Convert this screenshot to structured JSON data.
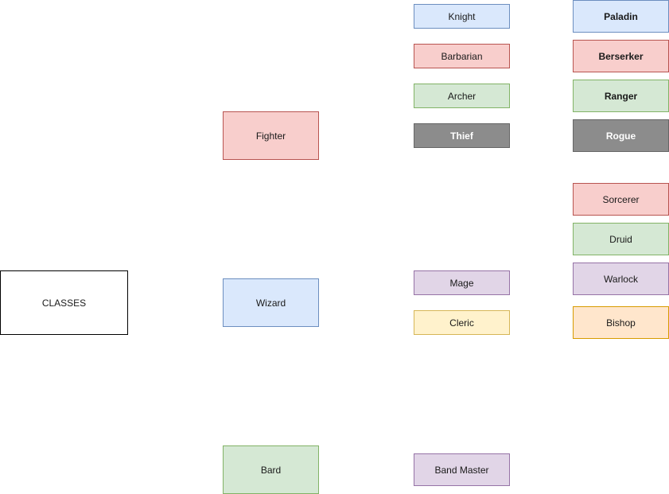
{
  "diagram": {
    "root": {
      "label": "CLASSES"
    },
    "base_classes": {
      "fighter": "Fighter",
      "wizard": "Wizard",
      "bard": "Bard"
    },
    "tier2": {
      "knight": "Knight",
      "barbarian": "Barbarian",
      "archer": "Archer",
      "thief": "Thief",
      "mage": "Mage",
      "cleric": "Cleric",
      "band_master": "Band Master"
    },
    "tier3": {
      "paladin": "Paladin",
      "berserker": "Berserker",
      "ranger": "Ranger",
      "rogue": "Rogue",
      "sorcerer": "Sorcerer",
      "druid": "Druid",
      "warlock": "Warlock",
      "bishop": "Bishop"
    }
  },
  "colors": {
    "blue_fill": "#dae8fc",
    "blue_stroke": "#6c8ebf",
    "red_fill": "#f8cecc",
    "red_stroke": "#b85450",
    "green_fill": "#d5e8d4",
    "green_stroke": "#82b366",
    "gray_fill": "#8c8c8c",
    "gray_stroke": "#666666",
    "purple_fill": "#e1d5e7",
    "purple_stroke": "#9673a6",
    "yellow_fill": "#fff2cc",
    "yellow_stroke": "#d6b656",
    "orange_fill": "#ffe6cc",
    "orange_stroke": "#d79b00"
  }
}
